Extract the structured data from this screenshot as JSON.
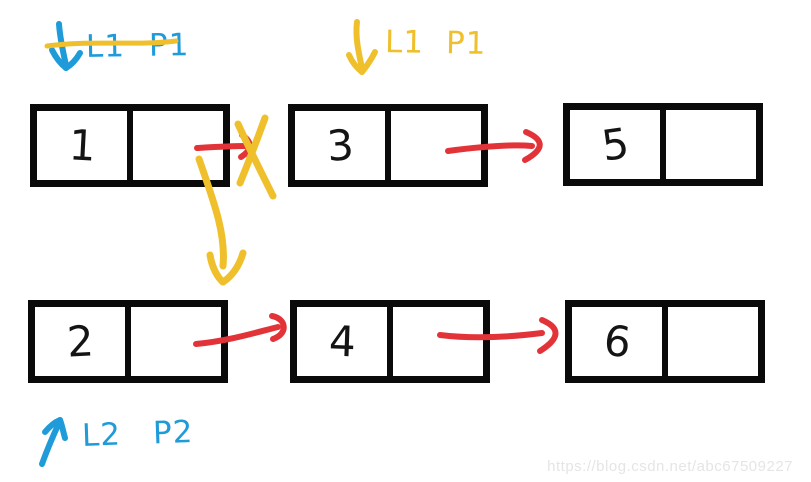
{
  "diagram": {
    "description": "hand-drawn linked list diagram",
    "annotations": {
      "top_left": {
        "tokens": [
          "L1",
          "P1"
        ],
        "color": "#1e9bd8",
        "state": "struck-through",
        "arrow": "down"
      },
      "top_mid": {
        "tokens": [
          "L1",
          "P1"
        ],
        "color": "#efc02c",
        "state": "active",
        "arrow": "down"
      },
      "bottom_left": {
        "tokens": [
          "L2",
          "P2"
        ],
        "color": "#1e9bd8",
        "state": "active",
        "arrow": "up"
      }
    },
    "lists": {
      "list1": {
        "nodes": [
          {
            "value": "1"
          },
          {
            "value": "3"
          },
          {
            "value": "5"
          }
        ]
      },
      "list2": {
        "nodes": [
          {
            "value": "2"
          },
          {
            "value": "4"
          },
          {
            "value": "6"
          }
        ]
      }
    },
    "links": [
      {
        "from": "1",
        "to": "3",
        "color": "#e23438",
        "state": "crossed-out"
      },
      {
        "from": "3",
        "to": "5",
        "color": "#e23438",
        "state": "active"
      },
      {
        "from": "1",
        "to": "2",
        "color": "#efc02c",
        "state": "active"
      },
      {
        "from": "2",
        "to": "4",
        "color": "#e23438",
        "state": "active"
      },
      {
        "from": "4",
        "to": "6",
        "color": "#e23438",
        "state": "active"
      }
    ]
  },
  "colors": {
    "ink": "#0a0a0a",
    "red": "#e23438",
    "yellow": "#efc02c",
    "blue": "#1e9bd8",
    "watermark": "#e5e5e5"
  },
  "watermark": "https://blog.csdn.net/abc67509227"
}
